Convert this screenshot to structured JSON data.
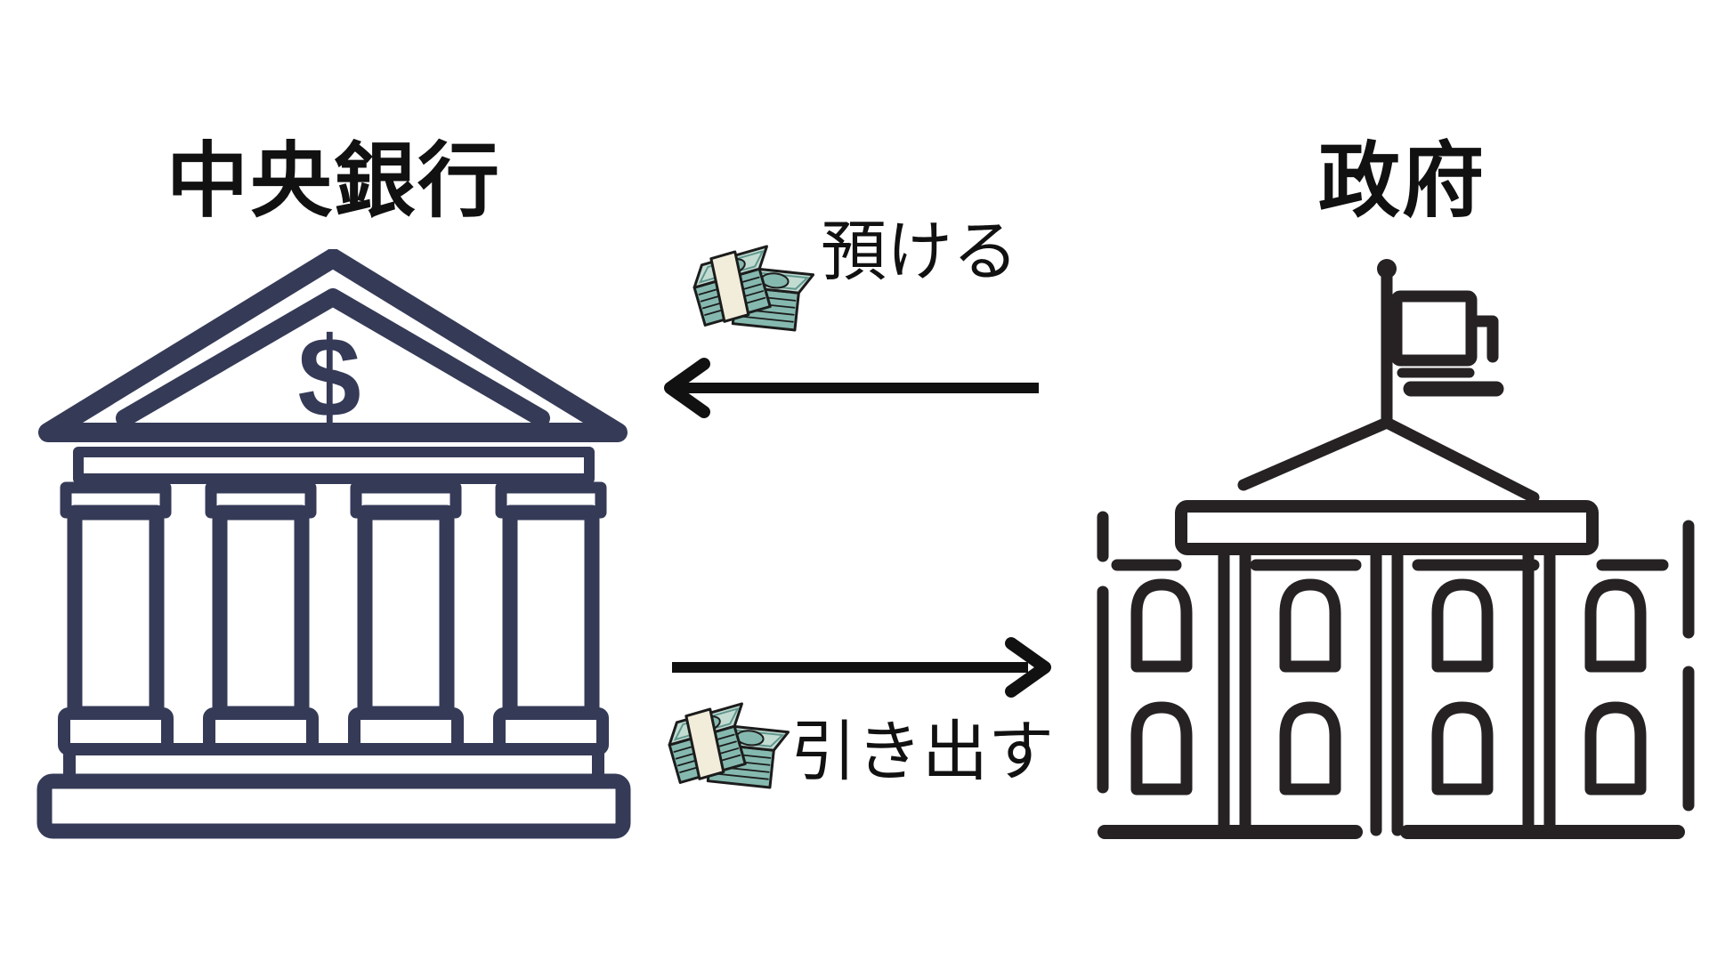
{
  "colors": {
    "background": "#ffffff",
    "bank_navy": "#353a57",
    "gov_black": "#262223",
    "arrow_black": "#111111",
    "text_black": "#111111",
    "money_note_light": "#c3dcd2",
    "money_note_mid": "#85b9af",
    "money_note_dark": "#5f968e",
    "money_band": "#f1edda",
    "money_outline": "#1c1c1c"
  },
  "diagram": {
    "left_entity": {
      "title": "中央銀行",
      "icon": "bank-building-icon",
      "dollar_sign": "$"
    },
    "right_entity": {
      "title": "政府",
      "icon": "government-building-icon"
    },
    "flows": {
      "deposit": {
        "label": "預ける",
        "direction": "government-to-central-bank",
        "icon": "money-stack-icon"
      },
      "withdraw": {
        "label": "引き出す",
        "direction": "central-bank-to-government",
        "icon": "money-stack-icon"
      }
    }
  }
}
